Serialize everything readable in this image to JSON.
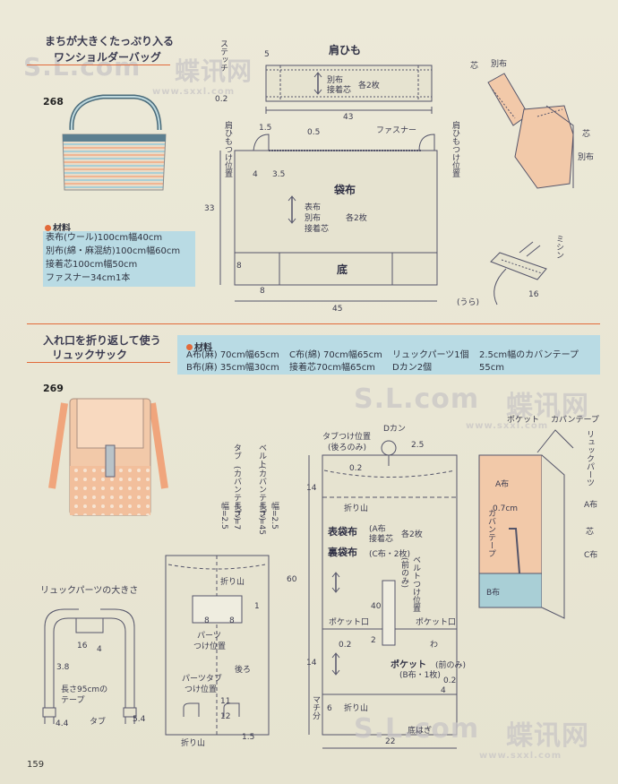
{
  "bag268": {
    "title_line1": "まちが大きくたっぷり入る",
    "title_line2": "ワンショルダーバッグ",
    "number": "268",
    "materials_label": "材料",
    "materials": [
      "表布(ウール)100cm幅40cm",
      "別布(綿・麻混紡)100cm幅60cm",
      "接着芯100cm幅50cm",
      "ファスナー34cm1本"
    ],
    "strap": {
      "title": "肩ひも",
      "stitch_label": "ステッチ",
      "fabric_lines": [
        "別布",
        "接着芯"
      ],
      "count": "各2枚",
      "dim_width": "43",
      "dim_0_2": "0.2",
      "dim_5": "5"
    },
    "body": {
      "title": "袋布",
      "fabric_lines": [
        "表布",
        "別布",
        "接着芯"
      ],
      "count": "各2枚",
      "bottom_label": "底",
      "zipper_label": "ファスナー",
      "strap_pos_left": "肩ひもつけ位置",
      "strap_pos_right": "肩ひもつけ位置",
      "dim_1_5": "1.5",
      "dim_0_5": "0.5",
      "dim_4": "4",
      "dim_3_5": "3.5",
      "dim_33": "33",
      "dim_8a": "8",
      "dim_8b": "8",
      "dim_45": "45"
    },
    "illus": {
      "core1": "芯",
      "extra1": "別布",
      "core2": "芯",
      "extra2": "別布",
      "machine": "ミシン",
      "back": "(うら)",
      "dim_16": "16"
    }
  },
  "bag269": {
    "title_line1": "入れ口を折り返して使う",
    "title_line2": "リュックサック",
    "number": "269",
    "materials_label": "材料",
    "materials_rows": [
      [
        "A布(麻) 70cm幅65cm",
        "C布(綿) 70cm幅65cm",
        "リュックパーツ1個",
        "2.5cm幅のカバンテープ"
      ],
      [
        "B布(麻) 35cm幅30cm",
        "接着芯70cm幅65cm",
        "Dカン2個",
        "55cm"
      ]
    ],
    "tab_label": "タブ",
    "tab_desc": [
      "(カバンテープ)",
      "幅=2.5",
      "長さ=7"
    ],
    "belt_label": "ベルト",
    "belt_desc": [
      "(カバンテープ)",
      "幅=2.5",
      "長さ=45"
    ],
    "parts_title": "リュックパーツの大きさ",
    "parts": {
      "dim_16": "16",
      "dim_4": "4",
      "dim_3_8": "3.8",
      "tape_lines": [
        "長さ95cmの",
        "テープ"
      ],
      "dim_4_4": "4.4",
      "tab": "タブ",
      "dim_5_4": "5.4"
    },
    "flap": {
      "fold_top": "折り山",
      "parts_pos": [
        "パーツ",
        "つけ位置"
      ],
      "dim_8a": "8",
      "dim_8b": "8",
      "dim_1": "1",
      "back": "後ろ",
      "tab_pos": [
        "パーツタブ",
        "つけ位置"
      ],
      "dim_11": "11",
      "dim_12": "12",
      "dim_1_5": "1.5",
      "fold_bottom": "折り山"
    },
    "main": {
      "dkan": "Dカン",
      "tab_pos": [
        "タブつけ位置",
        "(後ろのみ)"
      ],
      "dim_2_5": "2.5",
      "dim_0_2a": "0.2",
      "dim_14a": "14",
      "fold": "折り山",
      "outer_label": "表袋布",
      "outer_desc": [
        "(A布",
        "接着芯"
      ],
      "outer_count": "各2枚",
      "inner_label": "裏袋布",
      "inner_desc": "(C布・2枚)",
      "dim_60": "60",
      "belt_pos": [
        "ベルトつけ位置",
        "(前のみ)"
      ],
      "dim_40": "40",
      "pocket_l": "ポケット口",
      "pocket_r": "ポケット口",
      "dim_0_2b": "0.2",
      "dim_2": "2",
      "wa": "わ",
      "pocket_label": "ポケット",
      "pocket_front": "(前のみ)",
      "pocket_desc": "(B布・1枚)",
      "dim_0_2c": "0.2",
      "dim_4": "4",
      "dim_14b": "14",
      "gusset": "マチ分",
      "dim_6": "6",
      "fold_bottom": "折り山",
      "bottom_seam": "底はぎ",
      "dim_22": "22"
    },
    "illus": {
      "pocket": "ポケット",
      "tape": "カバンテープ",
      "parts": "リュックパーツ",
      "a_fabric": "A布",
      "a_fabric2": "A布",
      "dim_0_7": "0.7cm",
      "tape2": "カバンテープ",
      "core": "芯",
      "c_fabric": "C布",
      "b_fabric": "B布"
    }
  },
  "page_number": "159",
  "watermark": {
    "logo": "S.L.com",
    "cn": "蝶讯网",
    "url": "www.sxxl.com"
  },
  "colors": {
    "accent_orange": "#e26a3a",
    "materials_blue": "#b9dbe4",
    "fabric_peach": "#f2c9a9"
  }
}
